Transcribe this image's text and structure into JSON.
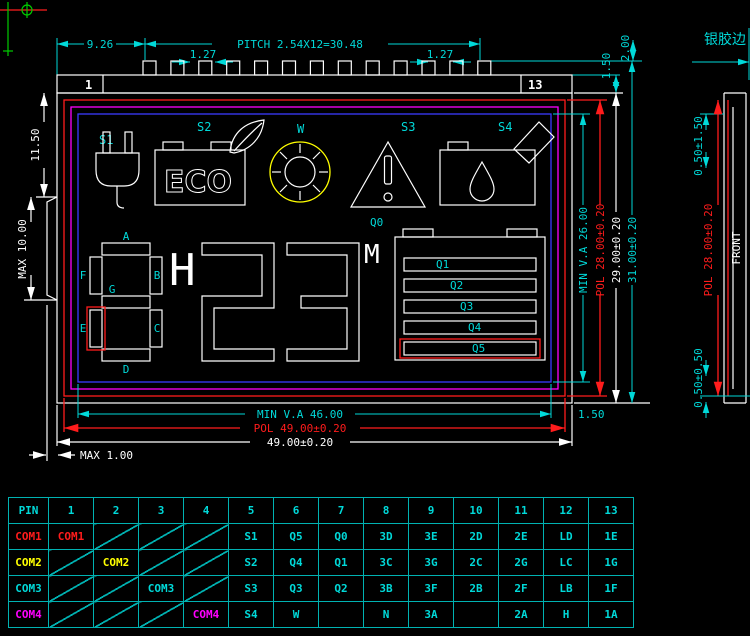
{
  "top_dims": {
    "left_margin": "9.26",
    "pitch": "PITCH 2.54X12=30.48",
    "half_left": "1.27",
    "half_right": "1.27",
    "pin_height": "2.00",
    "strip_gap": "1.50"
  },
  "connector": {
    "pin_first": "1",
    "pin_last": "13",
    "tooth_count": 13
  },
  "left_dims": {
    "d1": "11.50",
    "d2": "MAX 10.00"
  },
  "right_dims": {
    "va": "MIN V.A 26.00",
    "pol": "POL 28.00±0.20",
    "glass": "29.00±0.20",
    "overall": "31.00±0.20",
    "edge": "1.50"
  },
  "bottom_dims": {
    "va": "MIN V.A 46.00",
    "pol": "POL 49.00±0.20",
    "glass": "49.00±0.20",
    "tab": "MAX 1.00"
  },
  "icons": {
    "s1": "S1",
    "s2": "S2",
    "w": "W",
    "s3": "S3",
    "s4": "S4",
    "eco": "ECO"
  },
  "display": {
    "seg": {
      "a": "A",
      "b": "B",
      "c": "C",
      "d": "D",
      "e": "E",
      "f": "F",
      "g": "G"
    },
    "colon": "H",
    "m": "M",
    "digit2": "2",
    "digit3": "3",
    "battery": {
      "q0": "Q0",
      "bars": [
        "Q1",
        "Q2",
        "Q3",
        "Q4",
        "Q5"
      ]
    }
  },
  "side_view": {
    "front": "FRONT",
    "note": "银胶边",
    "top": "0.50±1.50",
    "pol": "POL 28.00±0.20",
    "bottom": "0.50±0.50"
  },
  "pin_table": {
    "header": [
      "PIN",
      "1",
      "2",
      "3",
      "4",
      "5",
      "6",
      "7",
      "8",
      "9",
      "10",
      "11",
      "12",
      "13"
    ],
    "rows": [
      {
        "label": "COM1",
        "color": "#ff1c1c",
        "cells": [
          {
            "t": "COM1",
            "c": "#ff1c1c"
          },
          {
            "d": 1
          },
          {
            "d": 1
          },
          {
            "d": 1
          },
          {
            "t": "S1"
          },
          {
            "t": "Q5"
          },
          {
            "t": "Q0"
          },
          {
            "t": "3D"
          },
          {
            "t": "3E"
          },
          {
            "t": "2D"
          },
          {
            "t": "2E"
          },
          {
            "t": "LD"
          },
          {
            "t": "1E"
          }
        ]
      },
      {
        "label": "COM2",
        "color": "#ffff00",
        "cells": [
          {
            "d": 1
          },
          {
            "t": "COM2",
            "c": "#ffff00"
          },
          {
            "d": 1
          },
          {
            "d": 1
          },
          {
            "t": "S2"
          },
          {
            "t": "Q4"
          },
          {
            "t": "Q1"
          },
          {
            "t": "3C"
          },
          {
            "t": "3G"
          },
          {
            "t": "2C"
          },
          {
            "t": "2G"
          },
          {
            "t": "LC"
          },
          {
            "t": "1G"
          }
        ]
      },
      {
        "label": "COM3",
        "color": "#00d9d9",
        "cells": [
          {
            "d": 1
          },
          {
            "d": 1
          },
          {
            "t": "COM3",
            "c": "#00d9d9"
          },
          {
            "d": 1
          },
          {
            "t": "S3"
          },
          {
            "t": "Q3"
          },
          {
            "t": "Q2"
          },
          {
            "t": "3B"
          },
          {
            "t": "3F"
          },
          {
            "t": "2B"
          },
          {
            "t": "2F"
          },
          {
            "t": "LB"
          },
          {
            "t": "1F"
          }
        ]
      },
      {
        "label": "COM4",
        "color": "#ff00ff",
        "cells": [
          {
            "d": 1
          },
          {
            "d": 1
          },
          {
            "d": 1
          },
          {
            "t": "COM4",
            "c": "#ff00ff"
          },
          {
            "t": "S4"
          },
          {
            "t": "W"
          },
          {
            "t": ""
          },
          {
            "t": "N"
          },
          {
            "t": "3A"
          },
          {
            "t": ""
          },
          {
            "t": "2A"
          },
          {
            "t": "H"
          },
          {
            "t": "1A"
          }
        ]
      }
    ]
  }
}
